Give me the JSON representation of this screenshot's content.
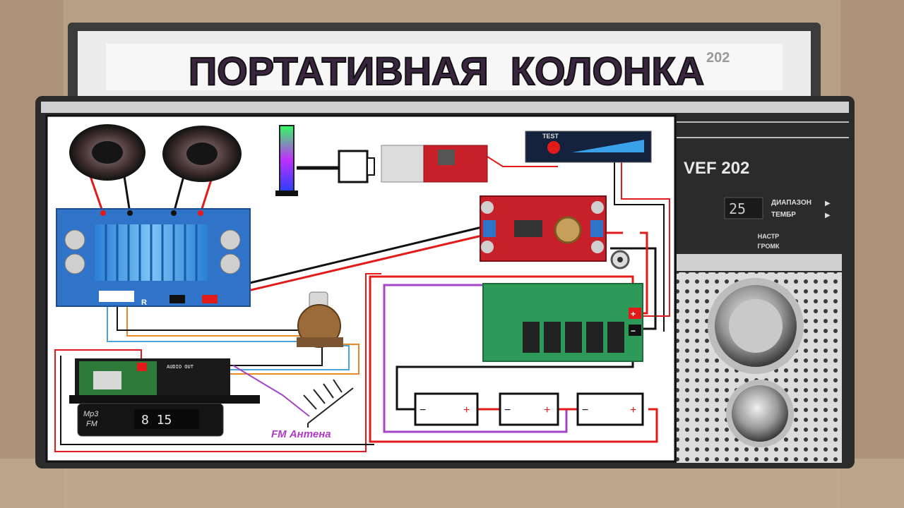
{
  "title": "ПОРТАТИВНАЯ  КОЛОНКА",
  "radio": {
    "brand": "VEF 202",
    "top_brand": "202",
    "band_value": "25",
    "band_label": "ДИАПАЗОН",
    "timbre_label": "ТЕМБР",
    "tuning_label": "НАСТР",
    "tuning_sub": "ГРОМК"
  },
  "diagram": {
    "indicator_test_label": "TEST",
    "fm_antenna_label": "FM Антена",
    "amp_channel_label": "R",
    "battery_minus": "−",
    "battery_plus": "+",
    "bms_plus": "+",
    "bms_minus": "−",
    "mp3_logo_top": "Mp3",
    "mp3_logo_bottom": "FM",
    "mp3_display": "8 15",
    "mp3_header_label": "AUDIO OUT"
  },
  "colors": {
    "background_wood": "#b79f84",
    "radio_body": "#2b2b2b",
    "wire_red": "#e21a1a",
    "wire_black": "#111111",
    "wire_purple": "#a445c8",
    "wire_orange": "#e88a2a",
    "wire_blue": "#4aa6d8",
    "pcb_blue": "#2f74c8",
    "pcb_red": "#c8202a",
    "pcb_green": "#2e9a5a",
    "title_fill": "#3a2540",
    "fm_label": "#b03ac8"
  }
}
